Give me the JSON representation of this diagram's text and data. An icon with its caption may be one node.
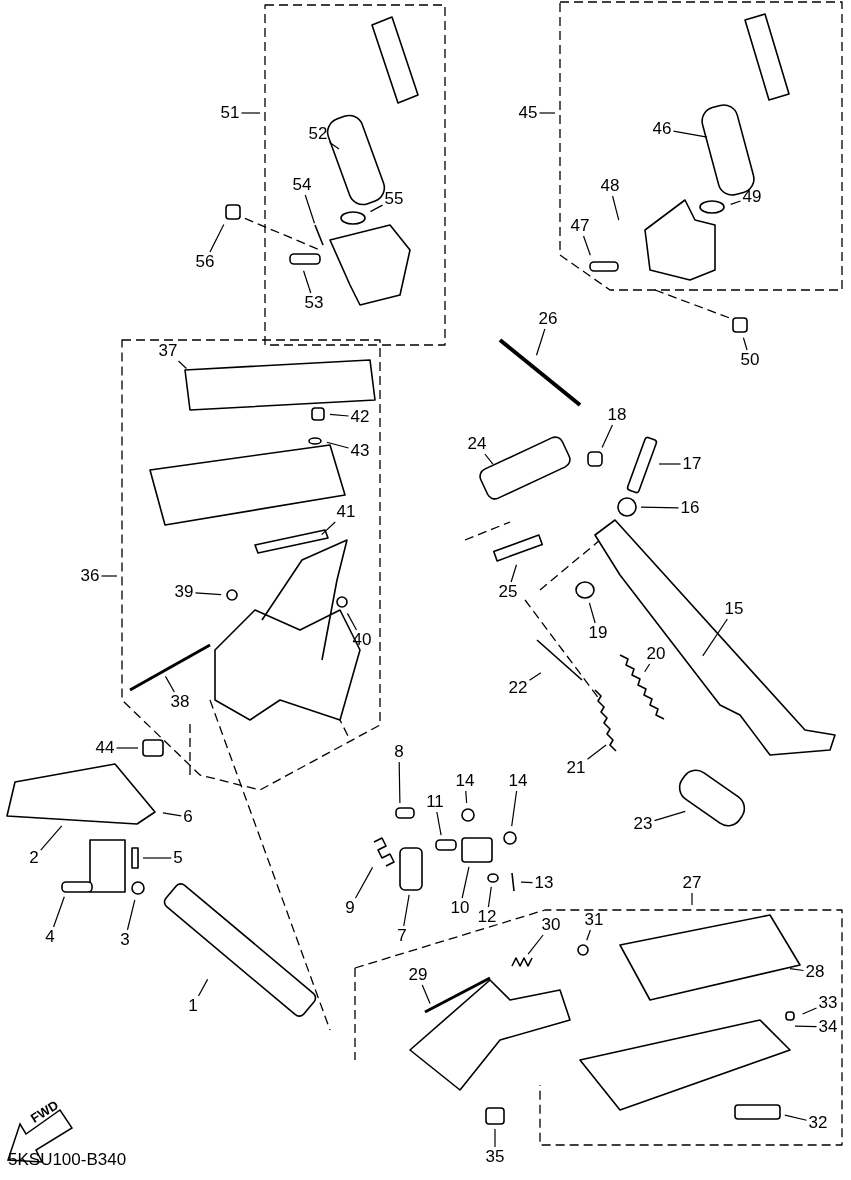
{
  "diagram": {
    "nodes": [
      {
        "text": [
          "51"
        ]
      },
      {
        "text": [
          "52"
        ]
      },
      {
        "text": [
          "54"
        ]
      },
      {
        "text": [
          "55"
        ]
      },
      {
        "text": [
          "56"
        ]
      },
      {
        "text": [
          "53"
        ]
      },
      {
        "text": [
          "45"
        ]
      },
      {
        "text": [
          "46"
        ]
      },
      {
        "text": [
          "48"
        ]
      },
      {
        "text": [
          "49"
        ]
      },
      {
        "text": [
          "47"
        ]
      },
      {
        "text": [
          "50"
        ]
      },
      {
        "text": [
          "26"
        ]
      },
      {
        "text": [
          "18"
        ]
      },
      {
        "text": [
          "17"
        ]
      },
      {
        "text": [
          "24"
        ]
      },
      {
        "text": [
          "16"
        ]
      },
      {
        "text": [
          "25"
        ]
      },
      {
        "text": [
          "15"
        ]
      },
      {
        "text": [
          "19"
        ]
      },
      {
        "text": [
          "22"
        ]
      },
      {
        "text": [
          "20"
        ]
      },
      {
        "text": [
          "21"
        ]
      },
      {
        "text": [
          "23"
        ]
      },
      {
        "text": [
          "37"
        ]
      },
      {
        "text": [
          "42"
        ]
      },
      {
        "text": [
          "43"
        ]
      },
      {
        "text": [
          "41"
        ]
      },
      {
        "text": [
          "36"
        ]
      },
      {
        "text": [
          "39"
        ]
      },
      {
        "text": [
          "40"
        ]
      },
      {
        "text": [
          "38"
        ]
      },
      {
        "text": [
          "44"
        ]
      },
      {
        "text": [
          "6"
        ]
      },
      {
        "text": [
          "2"
        ]
      },
      {
        "text": [
          "5"
        ]
      },
      {
        "text": [
          "4"
        ]
      },
      {
        "text": [
          "3"
        ]
      },
      {
        "text": [
          "1"
        ]
      },
      {
        "text": [
          "8"
        ]
      },
      {
        "text": [
          "9"
        ]
      },
      {
        "text": [
          "7"
        ]
      },
      {
        "text": [
          "11"
        ]
      },
      {
        "text": [
          "14"
        ]
      },
      {
        "text": [
          "14"
        ]
      },
      {
        "text": [
          "10"
        ]
      },
      {
        "text": [
          "12"
        ]
      },
      {
        "text": [
          "13"
        ]
      },
      {
        "text": [
          "27"
        ]
      },
      {
        "text": [
          "30"
        ]
      },
      {
        "text": [
          "31"
        ]
      },
      {
        "text": [
          "28"
        ]
      },
      {
        "text": [
          "29"
        ]
      },
      {
        "text": [
          "33"
        ]
      },
      {
        "text": [
          "34"
        ]
      },
      {
        "text": [
          "32"
        ]
      },
      {
        "text": [
          "35"
        ]
      }
    ],
    "edges": [
      {
        "from": 0,
        "to": null,
        "arrow": "none"
      },
      {
        "from": 1,
        "to": null,
        "arrow": "none"
      },
      {
        "from": 2,
        "to": null,
        "arrow": "none"
      },
      {
        "from": 3,
        "to": null,
        "arrow": "none"
      },
      {
        "from": 4,
        "to": null,
        "arrow": "none"
      },
      {
        "from": 5,
        "to": null,
        "arrow": "none"
      },
      {
        "from": 6,
        "to": null,
        "arrow": "none"
      },
      {
        "from": 7,
        "to": null,
        "arrow": "none"
      },
      {
        "from": 8,
        "to": null,
        "arrow": "none"
      },
      {
        "from": 9,
        "to": null,
        "arrow": "none"
      },
      {
        "from": 10,
        "to": null,
        "arrow": "none"
      },
      {
        "from": 11,
        "to": null,
        "arrow": "none"
      },
      {
        "from": 12,
        "to": null,
        "arrow": "none"
      },
      {
        "from": 13,
        "to": null,
        "arrow": "none"
      },
      {
        "from": 14,
        "to": null,
        "arrow": "none"
      },
      {
        "from": 15,
        "to": null,
        "arrow": "none"
      },
      {
        "from": 16,
        "to": null,
        "arrow": "none"
      },
      {
        "from": 17,
        "to": null,
        "arrow": "none"
      },
      {
        "from": 18,
        "to": null,
        "arrow": "none"
      },
      {
        "from": 19,
        "to": null,
        "arrow": "none"
      },
      {
        "from": 20,
        "to": null,
        "arrow": "none"
      },
      {
        "from": 21,
        "to": null,
        "arrow": "none"
      },
      {
        "from": 22,
        "to": null,
        "arrow": "none"
      },
      {
        "from": 23,
        "to": null,
        "arrow": "none"
      },
      {
        "from": 24,
        "to": null,
        "arrow": "none"
      },
      {
        "from": 25,
        "to": null,
        "arrow": "none"
      },
      {
        "from": 26,
        "to": null,
        "arrow": "none"
      },
      {
        "from": 27,
        "to": null,
        "arrow": "none"
      },
      {
        "from": 28,
        "to": null,
        "arrow": "none"
      },
      {
        "from": 29,
        "to": null,
        "arrow": "none"
      },
      {
        "from": 30,
        "to": null,
        "arrow": "none"
      },
      {
        "from": 31,
        "to": null,
        "arrow": "none"
      },
      {
        "from": 32,
        "to": null,
        "arrow": "none"
      },
      {
        "from": 33,
        "to": null,
        "arrow": "none"
      },
      {
        "from": 34,
        "to": null,
        "arrow": "none"
      },
      {
        "from": 35,
        "to": null,
        "arrow": "none"
      },
      {
        "from": 36,
        "to": null,
        "arrow": "none"
      },
      {
        "from": 37,
        "to": null,
        "arrow": "none"
      },
      {
        "from": 38,
        "to": null,
        "arrow": "none"
      },
      {
        "from": 39,
        "to": null,
        "arrow": "none"
      },
      {
        "from": 40,
        "to": null,
        "arrow": "none"
      },
      {
        "from": 41,
        "to": null,
        "arrow": "none"
      },
      {
        "from": 42,
        "to": null,
        "arrow": "none"
      },
      {
        "from": 43,
        "to": null,
        "arrow": "none"
      },
      {
        "from": 44,
        "to": null,
        "arrow": "none"
      },
      {
        "from": 45,
        "to": null,
        "arrow": "none"
      },
      {
        "from": 46,
        "to": null,
        "arrow": "none"
      },
      {
        "from": 47,
        "to": null,
        "arrow": "none"
      },
      {
        "from": 48,
        "to": null,
        "arrow": "none"
      },
      {
        "from": 49,
        "to": null,
        "arrow": "none"
      },
      {
        "from": 50,
        "to": null,
        "arrow": "none"
      },
      {
        "from": 51,
        "to": null,
        "arrow": "none"
      },
      {
        "from": 52,
        "to": null,
        "arrow": "none"
      },
      {
        "from": 53,
        "to": null,
        "arrow": "none"
      },
      {
        "from": 54,
        "to": null,
        "arrow": "none"
      },
      {
        "from": 55,
        "to": null,
        "arrow": "none"
      },
      {
        "from": 56,
        "to": null,
        "arrow": "none"
      }
    ],
    "labels": [
      "FWD",
      "5KSU100-B340"
    ]
  }
}
